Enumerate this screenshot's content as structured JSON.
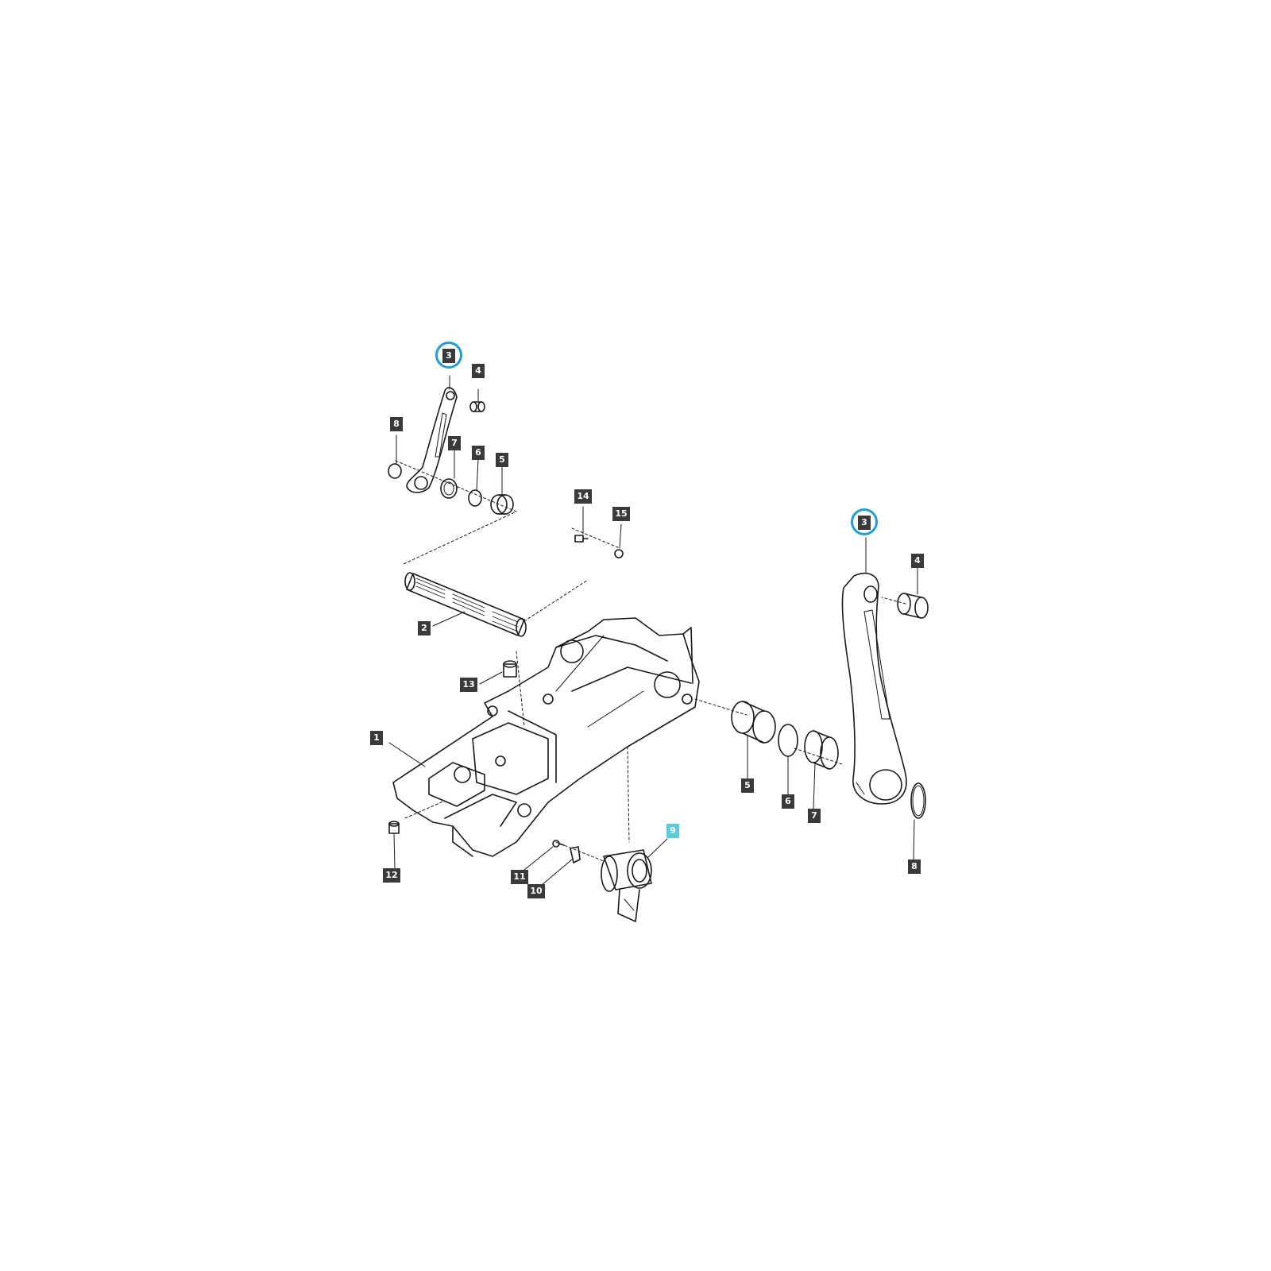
{
  "diagram": {
    "type": "exploded-parts-view",
    "colors": {
      "line": "#1a1a1a",
      "callout_bg": "#3a3a3a",
      "callout_text": "#ffffff",
      "highlight_callout_bg": "#5bcbe0",
      "highlight_ring": "#1b9ee0"
    },
    "callouts": [
      {
        "id": "c3a",
        "text": "3",
        "highlighted_ring": true
      },
      {
        "id": "c4a",
        "text": "4"
      },
      {
        "id": "c8a",
        "text": "8"
      },
      {
        "id": "c7a",
        "text": "7"
      },
      {
        "id": "c6a",
        "text": "6"
      },
      {
        "id": "c5a",
        "text": "5"
      },
      {
        "id": "c14",
        "text": "14"
      },
      {
        "id": "c15",
        "text": "15"
      },
      {
        "id": "c2",
        "text": "2"
      },
      {
        "id": "c13",
        "text": "13"
      },
      {
        "id": "c1",
        "text": "1"
      },
      {
        "id": "c12",
        "text": "12"
      },
      {
        "id": "c11",
        "text": "11"
      },
      {
        "id": "c10",
        "text": "10"
      },
      {
        "id": "c9",
        "text": "9",
        "highlighted_fill": true
      },
      {
        "id": "c3b",
        "text": "3",
        "highlighted_ring": true
      },
      {
        "id": "c4b",
        "text": "4"
      },
      {
        "id": "c5b",
        "text": "5"
      },
      {
        "id": "c6b",
        "text": "6"
      },
      {
        "id": "c7b",
        "text": "7"
      },
      {
        "id": "c8b",
        "text": "8"
      }
    ]
  }
}
